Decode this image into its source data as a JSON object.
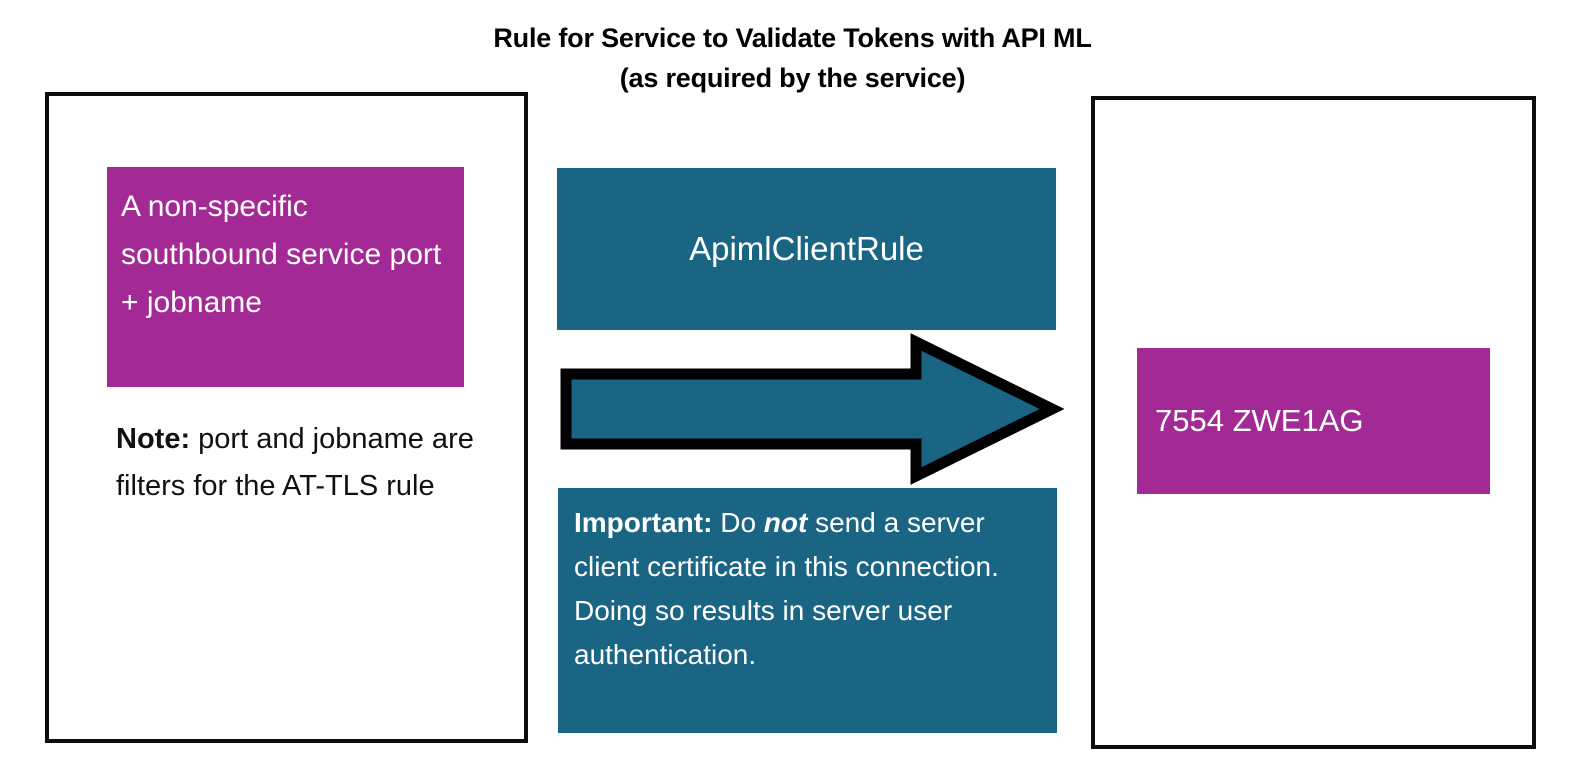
{
  "title": {
    "line1": "Rule for Service to Validate Tokens with API ML",
    "line2": "(as required by the service)"
  },
  "colors": {
    "purple": "#a32a95",
    "teal": "#1a6484",
    "border": "#0d0d0d",
    "text_on_fill": "#ffffff",
    "body_text": "#111111"
  },
  "left_panel": {
    "client_block": {
      "label": "A non-specific southbound service port + jobname",
      "fill": "purple"
    },
    "note": {
      "prefix": "Note:",
      "body": " port and jobname are filters for the AT-TLS rule"
    }
  },
  "center": {
    "rule_block": {
      "label": "ApimlClientRule",
      "fill": "teal"
    },
    "arrow": {
      "direction": "right",
      "fill": "teal",
      "outline": "#000000"
    },
    "important_block": {
      "prefix": "Important:",
      "body_part1": " Do ",
      "emphasis": "not",
      "body_part2": " send a server client certificate in this connection. Doing so results in server user authentication.",
      "fill": "teal"
    }
  },
  "right_panel": {
    "server_block": {
      "label": "7554 ZWE1AG",
      "fill": "purple"
    }
  }
}
